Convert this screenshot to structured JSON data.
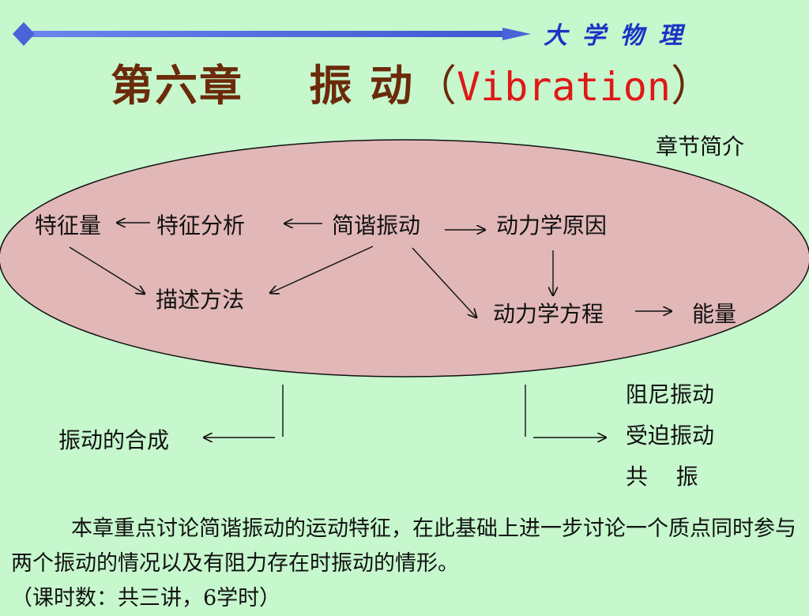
{
  "header": {
    "course": "大 学 物 理",
    "title_cn": "第六章    振 动",
    "title_open": "（",
    "title_en": "Vibration",
    "title_close": "）",
    "subtitle": "章节简介"
  },
  "diagram": {
    "nodes": {
      "features": "特征量",
      "feature_analysis": "特征分析",
      "shm": "简谐振动",
      "dynamic_cause": "动力学原因",
      "description": "描述方法",
      "dynamic_equation": "动力学方程",
      "energy": "能量",
      "composition": "振动的合成",
      "damped": "阻尼振动",
      "forced": "受迫振动",
      "resonance": "共    振"
    }
  },
  "description": {
    "line1": "本章重点讨论简谐振动的运动特征，在此基础上进一步讨论一个质点同时参与两个振动的情况以及有阻力存在时振动的情形。",
    "line2": "（课时数：共三讲，6学时）"
  },
  "colors": {
    "background": "#c6f7cd",
    "ellipse_fill": "#e1b7b7",
    "accent_line": "#4a63d8",
    "title": "#6b2a0a",
    "title_en": "#e01818",
    "course": "#1a33c4"
  }
}
